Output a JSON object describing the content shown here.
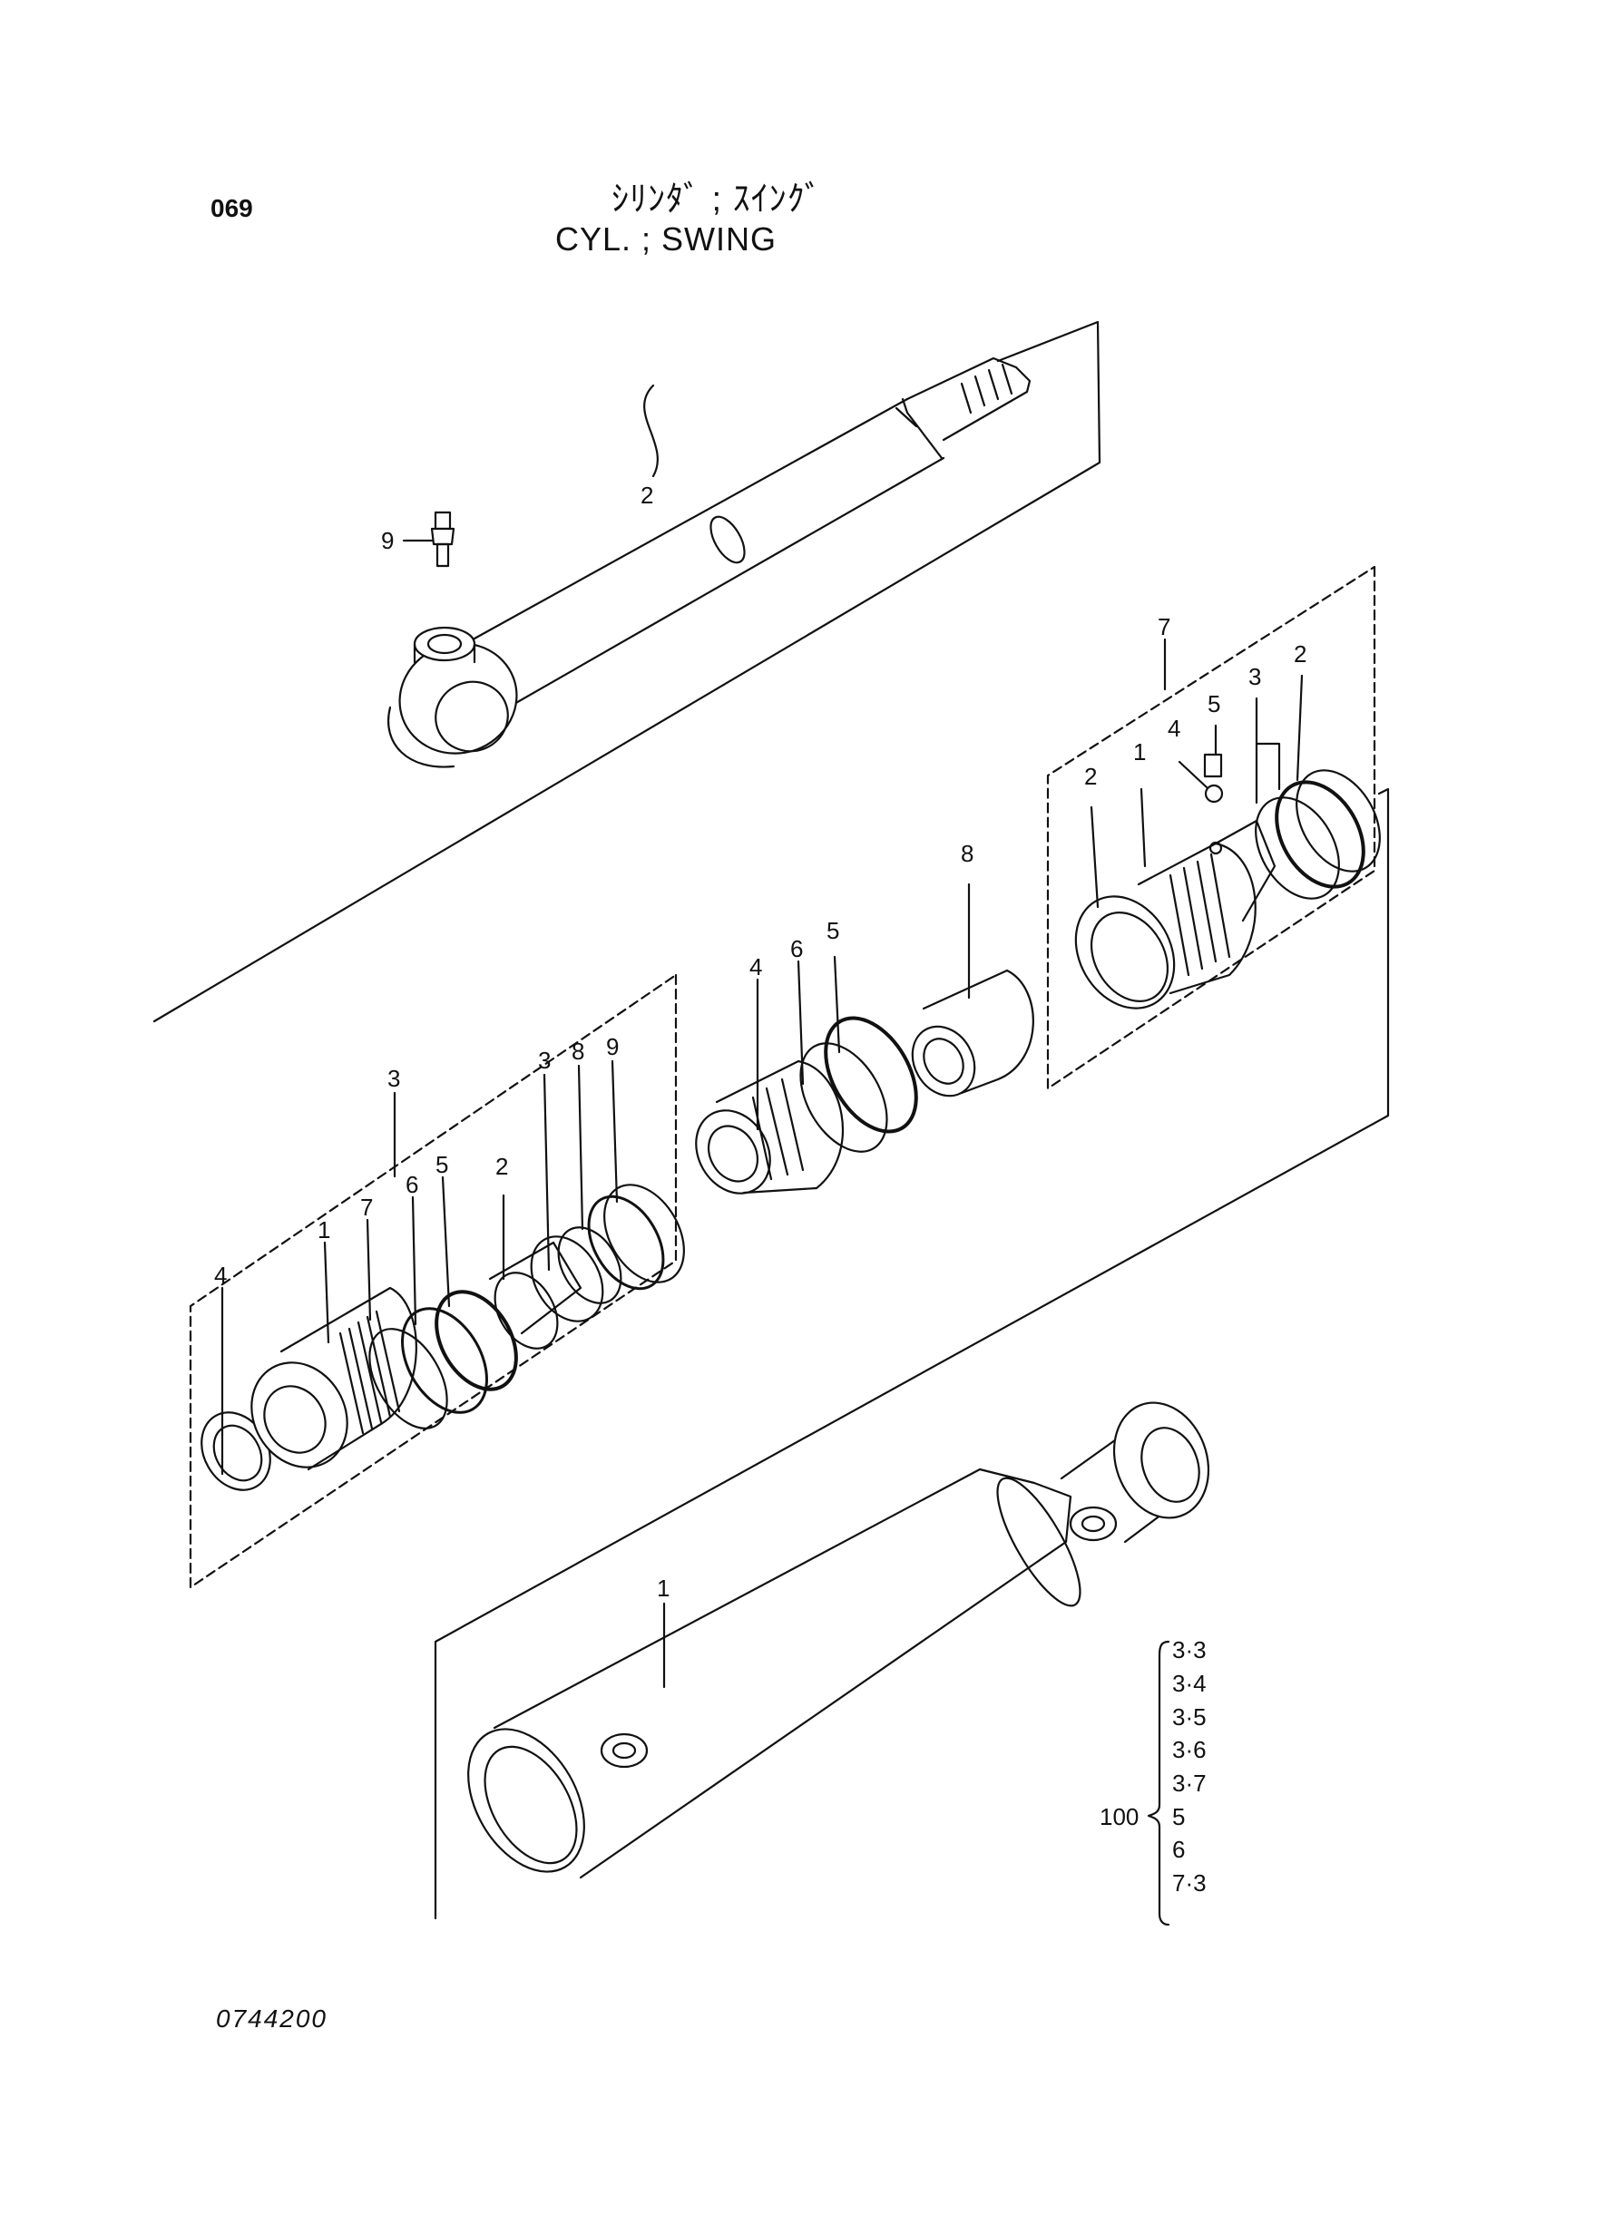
{
  "page_number": "069",
  "title_jp": "ｼﾘﾝﾀﾞ ; ｽｲﾝｸﾞ",
  "title_en": "CYL. ; SWING",
  "doc_code": "0744200",
  "callouts": {
    "rod": "2",
    "rod_grease_fitting": "9",
    "head_group": "3",
    "head_1": "1",
    "head_7": "7",
    "head_6": "6",
    "head_5": "5",
    "head_2": "2",
    "head_3": "3",
    "head_8": "8",
    "head_9": "9",
    "head_4": "4",
    "piston_4": "4",
    "piston_6": "6",
    "piston_5": "5",
    "spacer_8": "8",
    "cap_group": "7",
    "cap_2_top": "2",
    "cap_3": "3",
    "cap_5": "5",
    "cap_4": "4",
    "cap_1": "1",
    "cap_2_left": "2",
    "tube": "1"
  },
  "seal_kit": {
    "number": "100",
    "items": [
      "3·3",
      "3·4",
      "3·5",
      "3·6",
      "3·7",
      "5",
      "6",
      "7·3"
    ]
  }
}
